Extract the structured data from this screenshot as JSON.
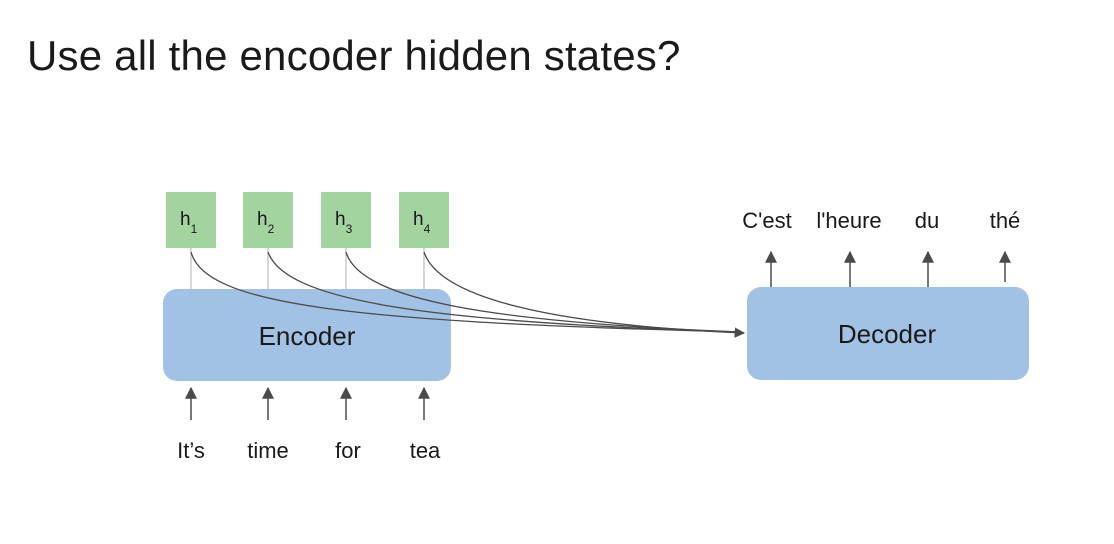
{
  "title": "Use all the encoder hidden states?",
  "encoder": {
    "label": "Encoder",
    "inputs": [
      "It’s",
      "time",
      "for",
      "tea"
    ],
    "hidden_states": [
      {
        "base": "h",
        "sub": "1"
      },
      {
        "base": "h",
        "sub": "2"
      },
      {
        "base": "h",
        "sub": "3"
      },
      {
        "base": "h",
        "sub": "4"
      }
    ]
  },
  "decoder": {
    "label": "Decoder",
    "outputs": [
      "C'est",
      "l'heure",
      "du",
      "thé"
    ]
  },
  "colors": {
    "block_fill": "#a2c2e5",
    "hidden_state_fill": "#a3d4a0",
    "arrow": "#4a4a4a",
    "text": "#1a1a1a"
  }
}
